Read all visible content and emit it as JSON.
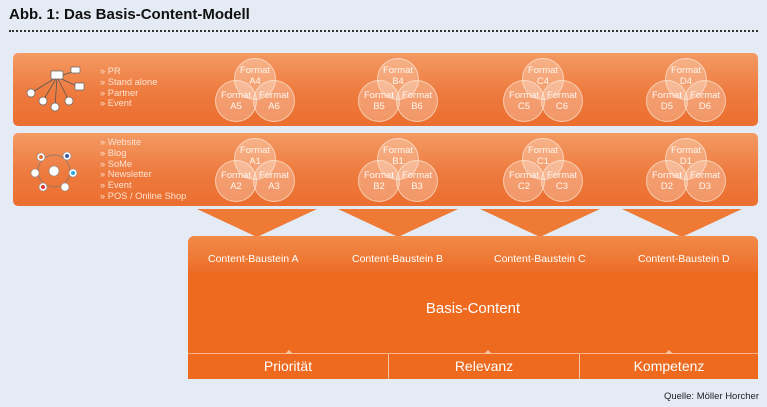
{
  "title": "Abb. 1: Das Basis-Content-Modell",
  "channels_offline": [
    "» PR",
    "» Stand alone",
    "» Partner",
    "» Event"
  ],
  "channels_online": [
    "» Website",
    "» Blog",
    "» SoMe",
    "» Newsletter",
    "» Event",
    "» POS / Online Shop"
  ],
  "row1_venns": [
    {
      "top": [
        "Format",
        "A4"
      ],
      "bl": [
        "Format",
        "A5"
      ],
      "br": [
        "Format",
        "A6"
      ]
    },
    {
      "top": [
        "Format",
        "B4"
      ],
      "bl": [
        "Format",
        "B5"
      ],
      "br": [
        "Format",
        "B6"
      ]
    },
    {
      "top": [
        "Format",
        "C4"
      ],
      "bl": [
        "Format",
        "C5"
      ],
      "br": [
        "Format",
        "C6"
      ]
    },
    {
      "top": [
        "Format",
        "D4"
      ],
      "bl": [
        "Format",
        "D5"
      ],
      "br": [
        "Format",
        "D6"
      ]
    }
  ],
  "row2_venns": [
    {
      "top": [
        "Format",
        "A1"
      ],
      "bl": [
        "Format",
        "A2"
      ],
      "br": [
        "Format",
        "A3"
      ]
    },
    {
      "top": [
        "Format",
        "B1"
      ],
      "bl": [
        "Format",
        "B2"
      ],
      "br": [
        "Format",
        "B3"
      ]
    },
    {
      "top": [
        "Format",
        "C1"
      ],
      "bl": [
        "Format",
        "C2"
      ],
      "br": [
        "Format",
        "C3"
      ]
    },
    {
      "top": [
        "Format",
        "D1"
      ],
      "bl": [
        "Format",
        "D2"
      ],
      "br": [
        "Format",
        "D3"
      ]
    }
  ],
  "content_bausteine": [
    "Content-Baustein A",
    "Content-Baustein B",
    "Content-Baustein C",
    "Content-Baustein D"
  ],
  "basis_content": "Basis-Content",
  "pillars": [
    "Priorität",
    "Relevanz",
    "Kompetenz"
  ],
  "source": "Quelle: Möller Horcher",
  "colors": {
    "accent": "#ed6a1f",
    "background": "#e4ebf4"
  }
}
